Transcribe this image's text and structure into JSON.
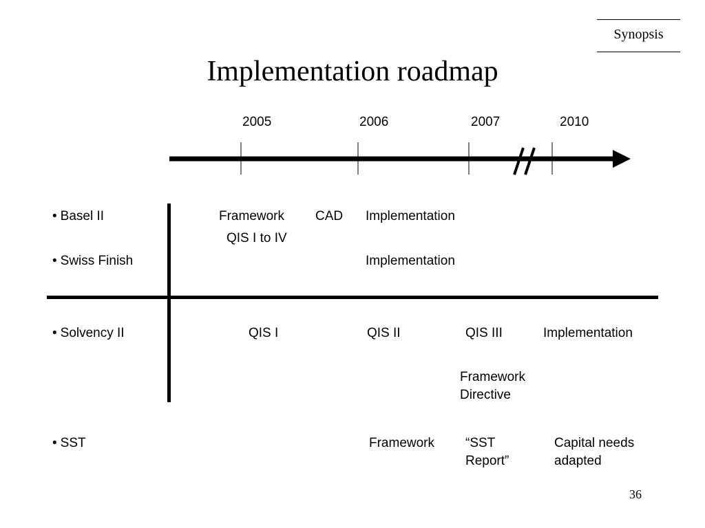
{
  "header": {
    "synopsis_label": "Synopsis",
    "title": "Implementation roadmap"
  },
  "timeline": {
    "years": [
      "2005",
      "2006",
      "2007",
      "2010"
    ],
    "break_marker": "//"
  },
  "rows": {
    "basel": {
      "label": "Basel II",
      "framework": "Framework",
      "cad": "CAD",
      "implementation": "Implementation",
      "qis": "QIS I to IV"
    },
    "swiss": {
      "label": "Swiss Finish",
      "implementation": "Implementation"
    },
    "solvency": {
      "label": "Solvency II",
      "qis1": "QIS I",
      "qis2": "QIS II",
      "qis3": "QIS III",
      "implementation": "Implementation",
      "framework_line1": "Framework",
      "framework_line2": "Directive"
    },
    "sst": {
      "label": "SST",
      "framework": "Framework",
      "report_line1": "“SST",
      "report_line2": "Report”",
      "capital_line1": "Capital needs",
      "capital_line2": "adapted"
    }
  },
  "footer": {
    "page_number": "36"
  }
}
